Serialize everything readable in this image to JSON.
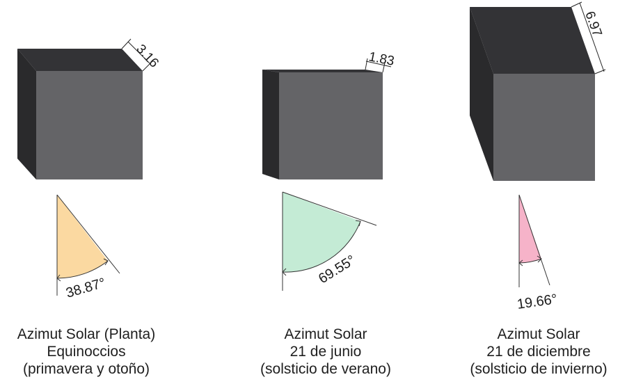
{
  "panels": [
    {
      "depth_value": "3.16",
      "azimuth_value": "38.87°",
      "caption": [
        "Azimut Solar (Planta)",
        "Equinoccios",
        "(primavera y otoño)"
      ]
    },
    {
      "depth_value": "1.83",
      "azimuth_value": "69.55°",
      "caption": [
        "Azimut Solar",
        "21 de junio",
        "(solsticio de verano)"
      ]
    },
    {
      "depth_value": "6.97",
      "azimuth_value": "19.66°",
      "caption": [
        "Azimut Solar",
        "21 de diciembre",
        "(solsticio de invierno)"
      ]
    }
  ],
  "colors": {
    "box_top": "#333336",
    "box_side": "#2a2a2c",
    "box_front": "#646467",
    "wedge_equinox": "#fbd9a1",
    "wedge_june": "#c4ebd5",
    "wedge_december": "#f6b3c9"
  }
}
